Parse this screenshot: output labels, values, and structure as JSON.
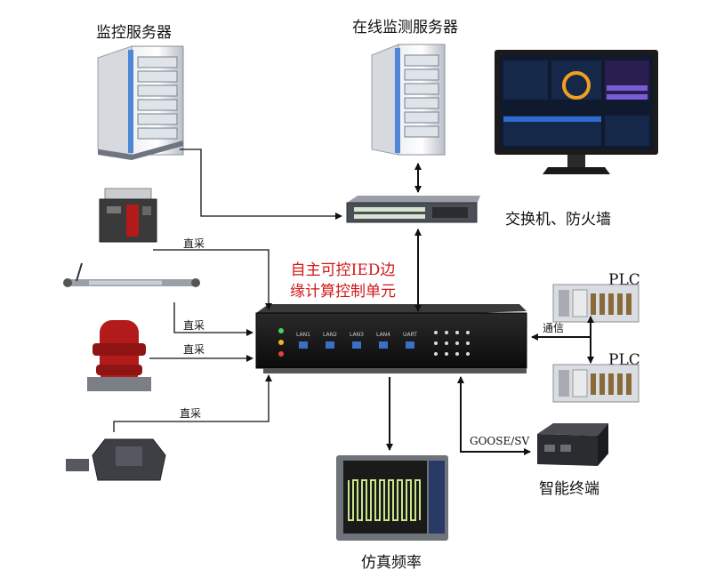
{
  "labels": {
    "monitor_server": "监控服务器",
    "online_server": "在线监测服务器",
    "switch_firewall": "交换机、防火墙",
    "edge_unit_line1": "自主可控IED边",
    "edge_unit_line2": "缘计算控制单元",
    "plc_top": "PLC",
    "plc_bottom": "PLC",
    "comm": "通信",
    "goose": "GOOSE/SV",
    "smart_terminal": "智能终端",
    "sim_freq": "仿真频率",
    "direct1": "直采",
    "direct2": "直采",
    "direct3": "直采",
    "direct4": "直采"
  },
  "device_ports": [
    "LAN1",
    "LAN2",
    "LAN3",
    "LAN4",
    "UART"
  ],
  "colors": {
    "arrow": "#111111",
    "accent_red": "#d01818",
    "breaker_red": "#b31b1b",
    "screen_dark": "#0f1a2e",
    "scope_green": "#c8e68a"
  }
}
